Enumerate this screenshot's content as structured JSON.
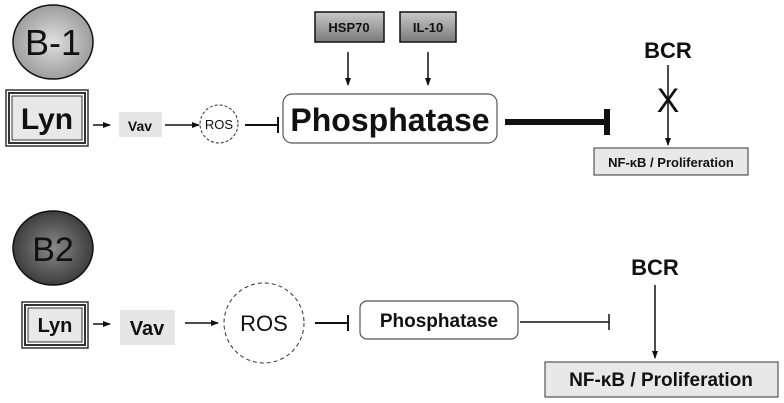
{
  "top": {
    "cell": "B-1",
    "lyn": "Lyn",
    "vav": "Vav",
    "ros": "ROS",
    "phosphatase": "Phosphatase",
    "hsp70": "HSP70",
    "il10": "IL-10",
    "bcr": "BCR",
    "blocked_mark": "X",
    "output": "NF-κB / Proliferation"
  },
  "bottom": {
    "cell": "B2",
    "lyn": "Lyn",
    "vav": "Vav",
    "ros": "ROS",
    "phosphatase": "Phosphatase",
    "bcr": "BCR",
    "output": "NF-κB / Proliferation"
  },
  "colors": {
    "line": "#111111",
    "label_box": "#e6e6e6",
    "b1_cell": "#a8a8a8",
    "b2_cell": "#4a4a4a"
  }
}
